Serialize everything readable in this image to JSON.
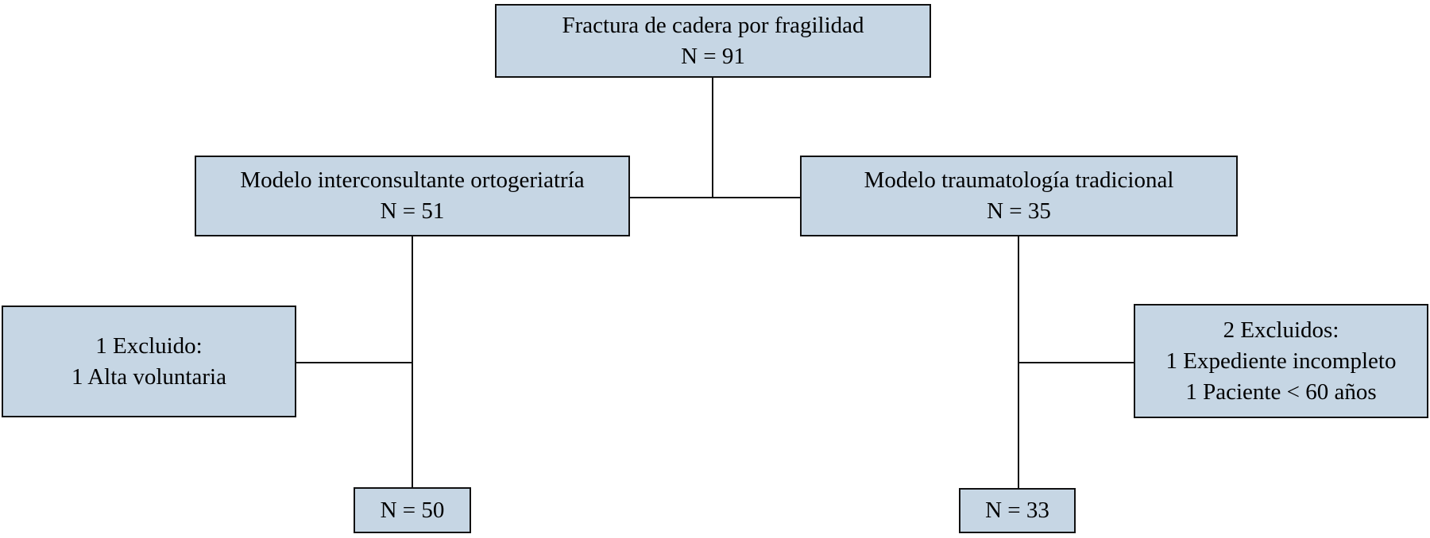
{
  "diagram": {
    "type": "flowchart",
    "language": "es",
    "description": "Patient flow diagram: hip fragility fracture cohort split into two care models with exclusions and final counts",
    "colors": {
      "box_fill": "#c6d6e4",
      "box_border": "#111111",
      "connector": "#111111",
      "text": "#000000",
      "background": "#ffffff"
    },
    "nodes": {
      "total": {
        "label": "Fractura de cadera por fragilidad",
        "count": "N = 91"
      },
      "ortho_model": {
        "label": "Modelo interconsultante ortogeriatría",
        "count": "N = 51"
      },
      "trauma_model": {
        "label": "Modelo traumatología tradicional",
        "count": "N = 35"
      },
      "ortho_excluded": {
        "title": "1 Excluido:",
        "reasons": [
          "1 Alta voluntaria"
        ]
      },
      "trauma_excluded": {
        "title": "2 Excluidos:",
        "reasons": [
          "1 Expediente incompleto",
          "1 Paciente < 60 años"
        ]
      },
      "ortho_final": {
        "count": "N = 50"
      },
      "trauma_final": {
        "count": "N = 33"
      }
    },
    "edges": [
      "total -> ortho_model",
      "total -> trauma_model",
      "ortho_model -> ortho_excluded",
      "ortho_model -> ortho_final",
      "trauma_model -> trauma_excluded",
      "trauma_model -> trauma_final"
    ]
  }
}
